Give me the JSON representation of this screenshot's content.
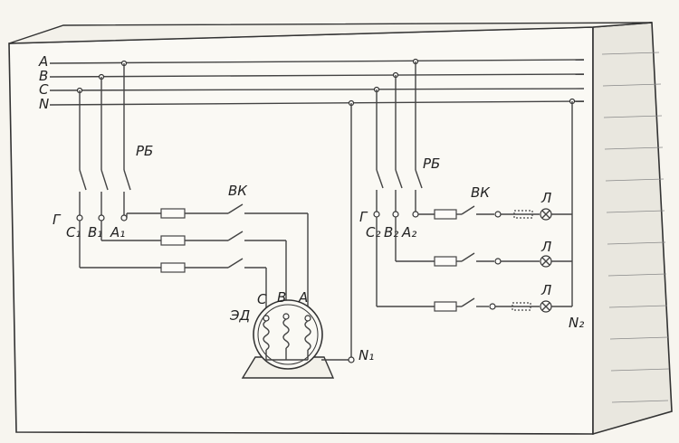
{
  "bus": {
    "a": "A",
    "b": "B",
    "c": "C",
    "n": "N"
  },
  "left": {
    "switch_label": "РБ",
    "wk_label": "ВК",
    "g_label": "Г",
    "c_label": "C₁",
    "b_label": "В₁",
    "a_label": "А₁",
    "motor_label": "ЭД",
    "motor_c": "С",
    "motor_b": "В",
    "motor_a": "А",
    "n1_label": "N₁"
  },
  "right": {
    "switch_label": "РБ",
    "wk_label": "ВК",
    "g_label": "Г",
    "c_label": "С₂",
    "b_label": "В₂",
    "a_label": "А₂",
    "lamp_label": "Л",
    "n2_label": "N₂"
  },
  "colors": {
    "paper": "#f7f5ef",
    "ink": "#333333"
  }
}
